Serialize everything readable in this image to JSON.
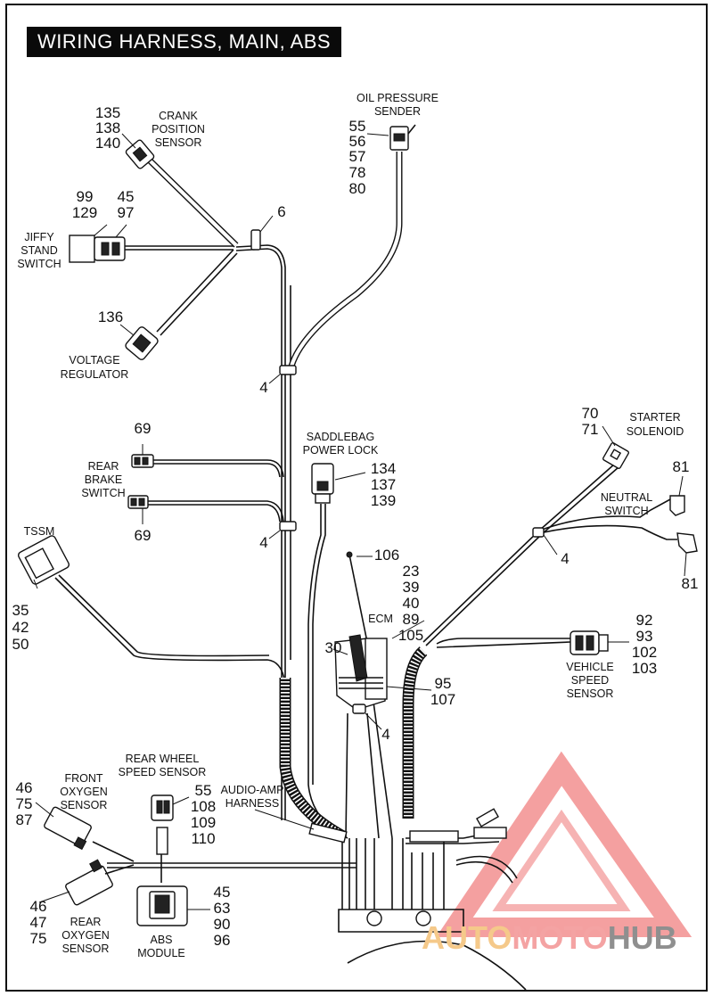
{
  "title": "WIRING HARNESS, MAIN, ABS",
  "labels": {
    "crank": [
      "CRANK",
      "POSITION",
      "SENSOR"
    ],
    "oil": [
      "OIL PRESSURE",
      "SENDER"
    ],
    "jiffy": [
      "JIFFY",
      "STAND",
      "SWITCH"
    ],
    "voltage": [
      "VOLTAGE",
      "REGULATOR"
    ],
    "rear_brake": [
      "REAR",
      "BRAKE",
      "SWITCH"
    ],
    "saddlebag": [
      "SADDLEBAG",
      "POWER LOCK"
    ],
    "starter": [
      "STARTER",
      "SOLENOID"
    ],
    "neutral": [
      "NEUTRAL",
      "SWITCH"
    ],
    "tssm": [
      "TSSM"
    ],
    "ecm": [
      "ECM"
    ],
    "vss": [
      "VEHICLE",
      "SPEED",
      "SENSOR"
    ],
    "rear_wheel": [
      "REAR WHEEL",
      "SPEED SENSOR"
    ],
    "audio": [
      "AUDIO-AMP",
      "HARNESS"
    ],
    "front_o2": [
      "FRONT",
      "OXYGEN",
      "SENSOR"
    ],
    "rear_o2": [
      "REAR",
      "OXYGEN",
      "SENSOR"
    ],
    "abs": [
      "ABS",
      "MODULE"
    ]
  },
  "refs": {
    "crank": [
      "135",
      "138",
      "140"
    ],
    "oil": [
      "55",
      "56",
      "57",
      "78",
      "80"
    ],
    "jiffy_a": [
      "99",
      "129"
    ],
    "jiffy_b": [
      "45",
      "97"
    ],
    "clip6": [
      "6"
    ],
    "voltage": [
      "136"
    ],
    "clip4_upper": [
      "4"
    ],
    "brake_top": [
      "69"
    ],
    "brake_bottom": [
      "69"
    ],
    "clip4_mid": [
      "4"
    ],
    "saddlebag": [
      "134",
      "137",
      "139"
    ],
    "starter": [
      "70",
      "71"
    ],
    "neutral_top": [
      "81"
    ],
    "neutral_bottom": [
      "81"
    ],
    "clip4_right": [
      "4"
    ],
    "tssm": [
      "35",
      "42",
      "50"
    ],
    "ecm_106": [
      "106"
    ],
    "ecm_list": [
      "23",
      "39",
      "40",
      "89",
      "105"
    ],
    "ecm_30": [
      "30"
    ],
    "ecm_95": [
      "95",
      "107"
    ],
    "ecm_4": [
      "4"
    ],
    "vss": [
      "92",
      "93",
      "102",
      "103"
    ],
    "rear_wheel": [
      "55",
      "108",
      "109",
      "110"
    ],
    "front_o2": [
      "46",
      "75",
      "87"
    ],
    "rear_o2": [
      "46",
      "47",
      "75"
    ],
    "abs": [
      "45",
      "63",
      "90",
      "96"
    ]
  },
  "watermark": {
    "part1": "AUTO",
    "part2": "MOTO",
    "part3": "HUB",
    "colors": {
      "auto": "#f5c98a",
      "moto": "#f4a3a3",
      "hub": "#8f8f8f",
      "triangle": "#f08080"
    }
  }
}
